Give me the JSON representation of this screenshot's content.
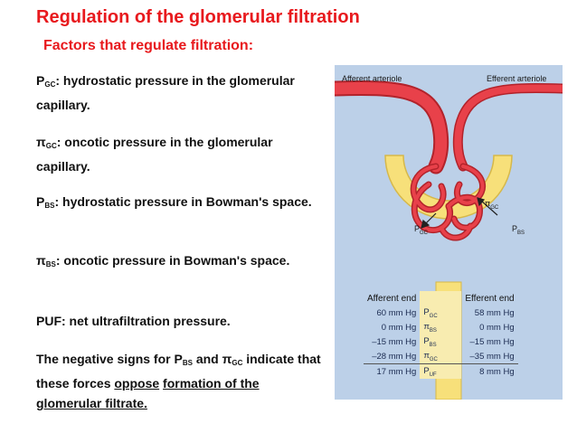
{
  "slide": {
    "title": "Regulation of the glomerular filtration",
    "subtitle": "Factors that regulate filtration:",
    "p1": {
      "sym": "P",
      "sub": "GC",
      "text": ": hydrostatic pressure in the glomerular capillary."
    },
    "p2": {
      "sym": "π",
      "sub": "GC",
      "text": ": oncotic pressure in the glomerular capillary."
    },
    "p3": {
      "sym": "P",
      "sub": "BS",
      "text": ": hydrostatic pressure in Bowman's space."
    },
    "p4": {
      "sym": "π",
      "sub": "BS",
      "text": ": oncotic pressure in Bowman's space."
    },
    "p5": "PUF: net ultrafiltration pressure.",
    "p6": {
      "a": "The negative signs for P",
      "a_sub": "BS",
      "b": " and π",
      "b_sub": "GC",
      "c": " indicate that these forces ",
      "u1": "oppose",
      "u2": "formation of the glomerular filtrate."
    }
  },
  "figure": {
    "afferent_label": "Afferent arteriole",
    "efferent_label": "Efferent arteriole",
    "pgc_label": "P",
    "pgc_sub": "GC",
    "pigc_label": "π",
    "pigc_sub": "GC",
    "pbs_label": "P",
    "pbs_sub": "BS",
    "table": {
      "afferent_header": "Afferent end",
      "efferent_header": "Efferent end",
      "rows": [
        {
          "aff": "60 mm Hg",
          "sym": "P",
          "sub": "GC",
          "eff": "58 mm Hg"
        },
        {
          "aff": "0 mm Hg",
          "sym": "π",
          "sub": "BS",
          "eff": "0 mm Hg"
        },
        {
          "aff": "–15 mm Hg",
          "sym": "P",
          "sub": "BS",
          "eff": "–15 mm Hg"
        },
        {
          "aff": "–28 mm Hg",
          "sym": "π",
          "sub": "GC",
          "eff": "–35 mm Hg"
        },
        {
          "aff": "17 mm Hg",
          "sym": "P",
          "sub": "UF",
          "eff": "8 mm Hg"
        }
      ]
    }
  },
  "colors": {
    "title_red": "#e8191d",
    "vessel_red": "#e8414a",
    "bowman_yellow": "#f7e07a",
    "panel_blue": "#bcd0e8"
  }
}
